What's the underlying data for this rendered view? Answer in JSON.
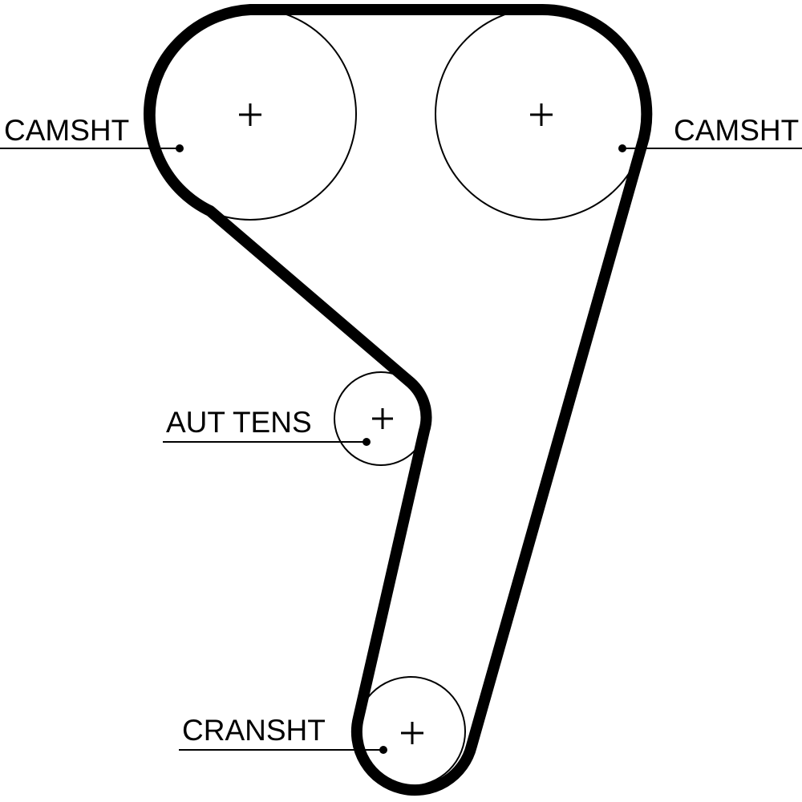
{
  "colors": {
    "background": "#ffffff",
    "ink": "#000000"
  },
  "labels": {
    "camshaft_left": "CAMSHT",
    "camshaft_right": "CAMSHT",
    "tensioner": "AUT TENS",
    "crankshaft": "CRANSHT"
  }
}
